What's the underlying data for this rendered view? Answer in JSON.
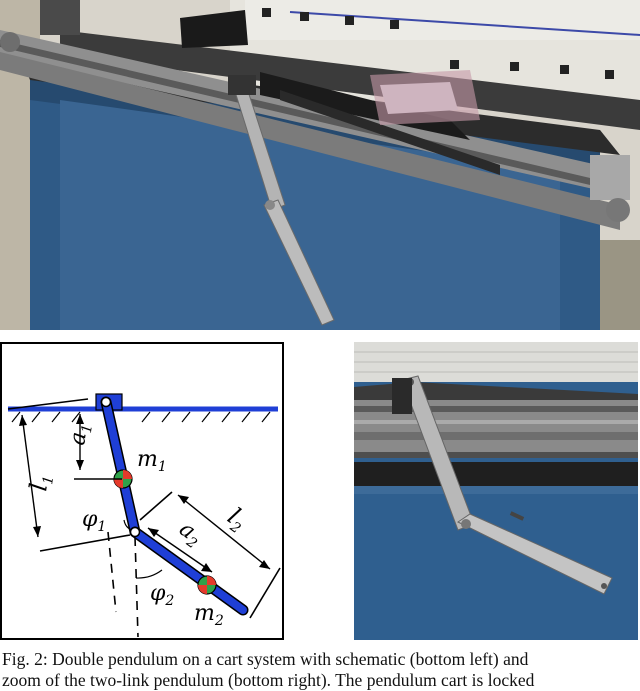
{
  "figure": {
    "caption_line1": "Fig. 2: Double pendulum on a cart system with schematic (bottom left) and",
    "caption_line2": "zoom of the two-link pendulum (bottom right). The pendulum cart is locked",
    "photo_top_alt": "Double pendulum on a cart system photo",
    "photo_zoom_alt": "Zoom of the two-link pendulum photo"
  },
  "schematic": {
    "labels": {
      "a1": "a",
      "a1_sub": "1",
      "l1": "l",
      "l1_sub": "1",
      "m1": "m",
      "m1_sub": "1",
      "phi1": "φ",
      "phi1_sub": "1",
      "a2": "a",
      "a2_sub": "2",
      "l2": "l",
      "l2_sub": "2",
      "m2": "m",
      "m2_sub": "2",
      "phi2": "φ",
      "phi2_sub": "2"
    },
    "colors": {
      "link": "#1f3fd6",
      "frame": "#000000",
      "com_red": "#e53a2b",
      "com_green": "#2fa24a"
    }
  }
}
